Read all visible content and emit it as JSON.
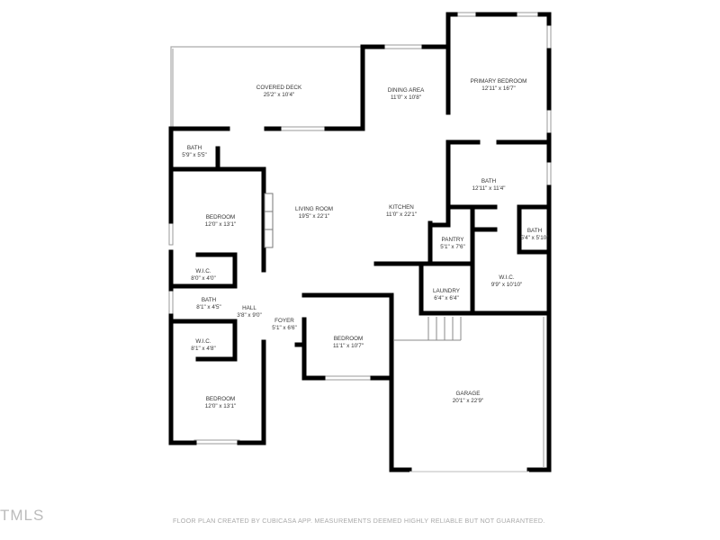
{
  "rooms": {
    "covered_deck": {
      "name": "COVERED DECK",
      "size": "25'2\" x 10'4\""
    },
    "dining_area": {
      "name": "DINING AREA",
      "size": "11'0\" x 10'8\""
    },
    "primary_bedroom": {
      "name": "PRIMARY BEDROOM",
      "size": "12'11\" x 16'7\""
    },
    "bath_top_left": {
      "name": "BATH",
      "size": "5'9\" x 5'5\""
    },
    "primary_bath": {
      "name": "BATH",
      "size": "12'11\" x 11'4\""
    },
    "bedroom_upper_left": {
      "name": "BEDROOM",
      "size": "12'0\" x 13'1\""
    },
    "living_room": {
      "name": "LIVING ROOM",
      "size": "19'5\" x 22'1\""
    },
    "kitchen": {
      "name": "KITCHEN",
      "size": "11'0\" x 22'1\""
    },
    "pantry": {
      "name": "PANTRY",
      "size": "5'1\" x 7'6\""
    },
    "small_bath": {
      "name": "BATH",
      "size": "5'4\" x 5'10\""
    },
    "wic_upper_left": {
      "name": "W.I.C.",
      "size": "8'0\" x 4'0\""
    },
    "wic_primary": {
      "name": "W.I.C.",
      "size": "9'9\" x 10'10\""
    },
    "bath_hall": {
      "name": "BATH",
      "size": "8'1\" x 4'5\""
    },
    "hall": {
      "name": "HALL",
      "size": "3'8\" x 9'0\""
    },
    "laundry": {
      "name": "LAUNDRY",
      "size": "6'4\" x 6'4\""
    },
    "foyer": {
      "name": "FOYER",
      "size": "5'1\" x 6'6\""
    },
    "bedroom_middle": {
      "name": "BEDROOM",
      "size": "11'1\" x 10'7\""
    },
    "wic_lower_left": {
      "name": "W.I.C.",
      "size": "8'1\" x 4'8\""
    },
    "bedroom_lower_left": {
      "name": "BEDROOM",
      "size": "12'0\" x 13'1\""
    },
    "garage": {
      "name": "GARAGE",
      "size": "20'1\" x 22'9\""
    }
  },
  "footer": {
    "disclaimer": "FLOOR PLAN CREATED BY CUBICASA APP. MEASUREMENTS DEEMED HIGHLY RELIABLE BUT NOT GUARANTEED.",
    "watermark": "TMLS"
  }
}
